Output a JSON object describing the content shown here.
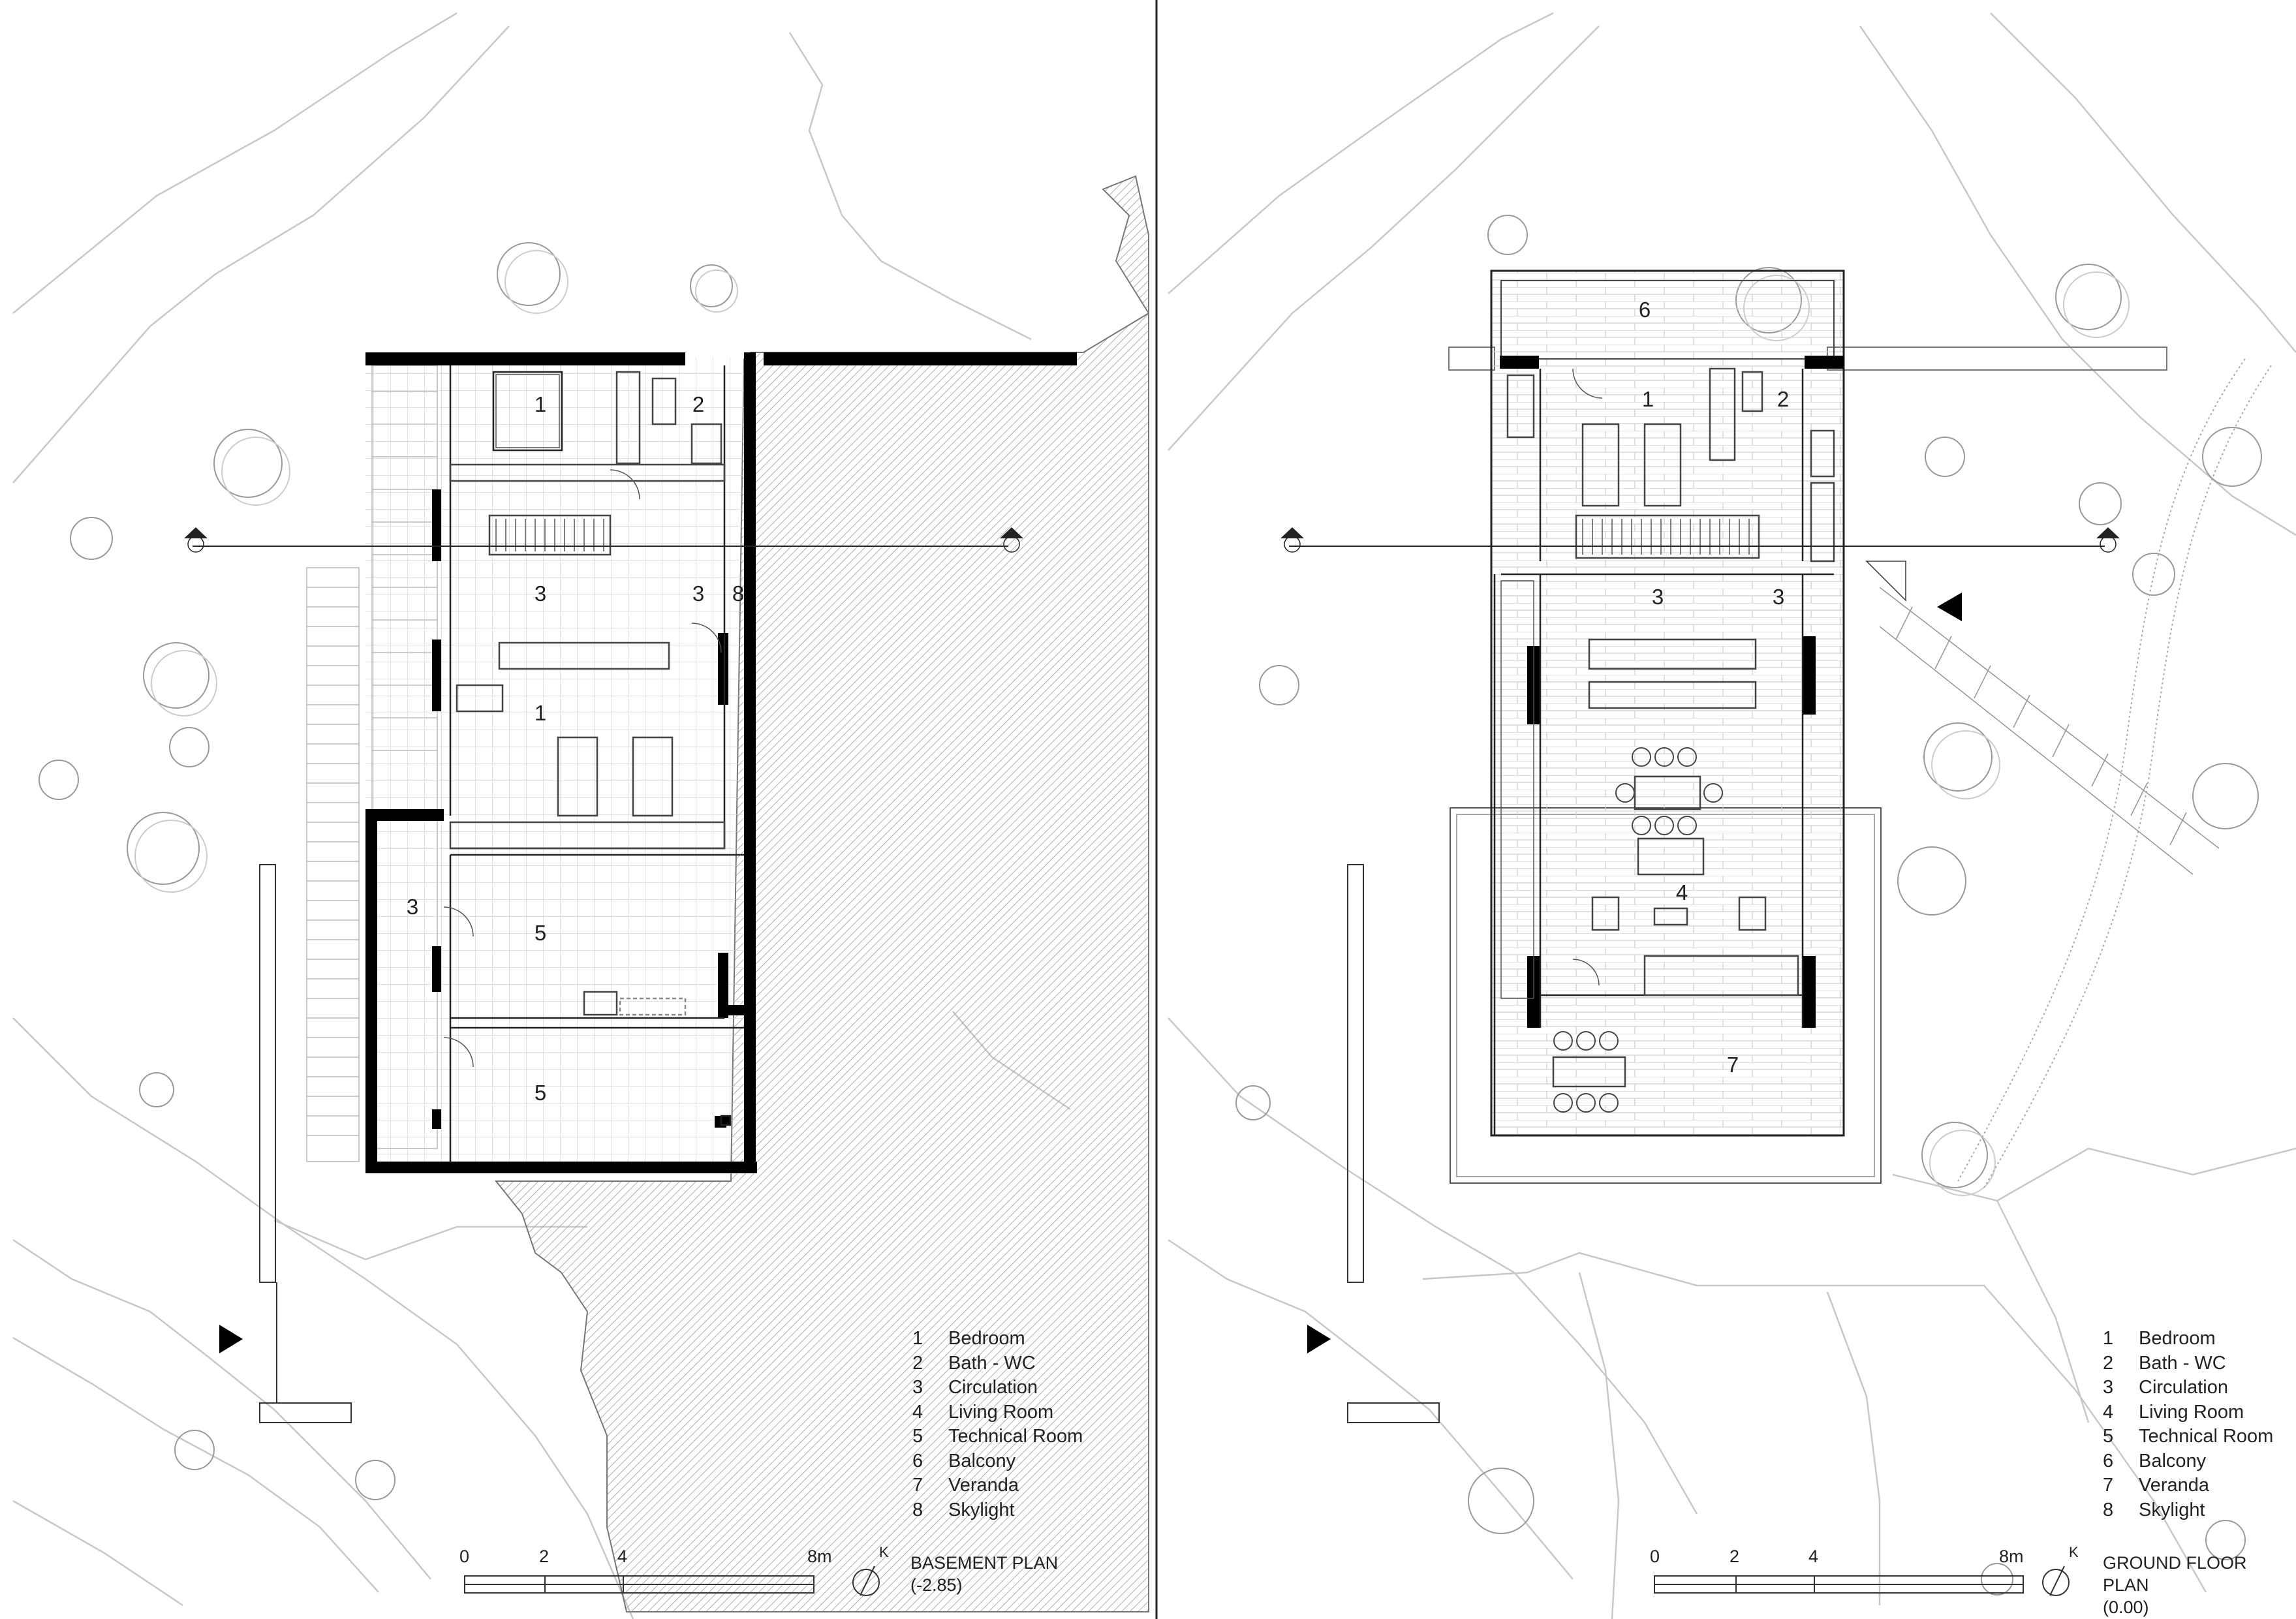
{
  "drawing_type": "architectural floor plans",
  "plans": [
    {
      "id": "basement",
      "title": "BASEMENT PLAN",
      "level": "(-2.85)",
      "rooms": [
        {
          "label": "1"
        },
        {
          "label": "2"
        },
        {
          "label": "3"
        },
        {
          "label": "3"
        },
        {
          "label": "8"
        },
        {
          "label": "1"
        },
        {
          "label": "3"
        },
        {
          "label": "5"
        },
        {
          "label": "5"
        }
      ]
    },
    {
      "id": "ground",
      "title": "GROUND FLOOR PLAN",
      "level": "(0.00)",
      "rooms": [
        {
          "label": "6"
        },
        {
          "label": "1"
        },
        {
          "label": "2"
        },
        {
          "label": "3"
        },
        {
          "label": "3"
        },
        {
          "label": "4"
        },
        {
          "label": "7"
        }
      ]
    }
  ],
  "legend": [
    {
      "num": "1",
      "label": "Bedroom"
    },
    {
      "num": "2",
      "label": "Bath - WC"
    },
    {
      "num": "3",
      "label": "Circulation"
    },
    {
      "num": "4",
      "label": "Living Room"
    },
    {
      "num": "5",
      "label": "Technical Room"
    },
    {
      "num": "6",
      "label": "Balcony"
    },
    {
      "num": "7",
      "label": "Veranda"
    },
    {
      "num": "8",
      "label": "Skylight"
    }
  ],
  "scale_bar": {
    "ticks": [
      "0",
      "2",
      "4",
      "8m"
    ]
  },
  "north_label": "K",
  "colors": {
    "line": "#222222",
    "wall": "#000000",
    "contour": "#c8c8c8",
    "hatch": "#9a9a9a"
  }
}
